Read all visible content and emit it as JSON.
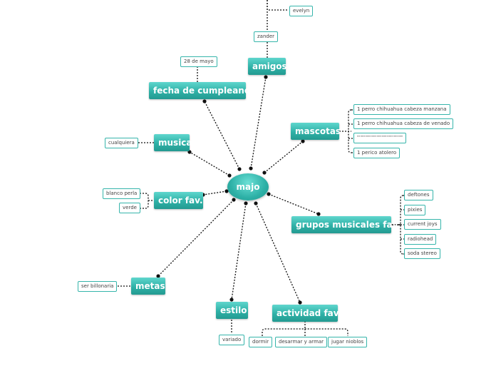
{
  "center": {
    "label": "majo"
  },
  "branches": {
    "amigos": {
      "label": "amigos",
      "children": [
        "evelyn",
        "zander"
      ]
    },
    "fecha": {
      "label": "fecha de cumpleanos",
      "children": [
        "28 de mayo"
      ]
    },
    "musica": {
      "label": "musica",
      "children": [
        "cualquiera"
      ]
    },
    "mascotas": {
      "label": "mascotas",
      "children": [
        "1 perro chihuahua cabeza manzana",
        "1 perro chihuahua cabeza de venado",
        "\"\"\"\"\"\"\"\"\"\"\"\"\"\"\"\"\"\"\"\"\"\"\"\"\"\"\"\"",
        "1 perico atolero"
      ]
    },
    "color": {
      "label": "color fav.",
      "children": [
        "blanco perla",
        "verde"
      ]
    },
    "grupos": {
      "label": "grupos musicales fav.",
      "children": [
        "deftones",
        "pixies",
        "current joys",
        "radiohead",
        "soda stereo"
      ]
    },
    "metas": {
      "label": "metas",
      "children": [
        "ser billonaria"
      ]
    },
    "estilo": {
      "label": "estilo",
      "children": [
        "variado"
      ]
    },
    "actividad": {
      "label": "actividad fav.",
      "children": [
        "dormir",
        "desarmar y armar",
        "jugar nioblos"
      ]
    }
  },
  "colors": {
    "node": "#2fb1a7",
    "border": "#36b5ab",
    "line": "#111111"
  }
}
